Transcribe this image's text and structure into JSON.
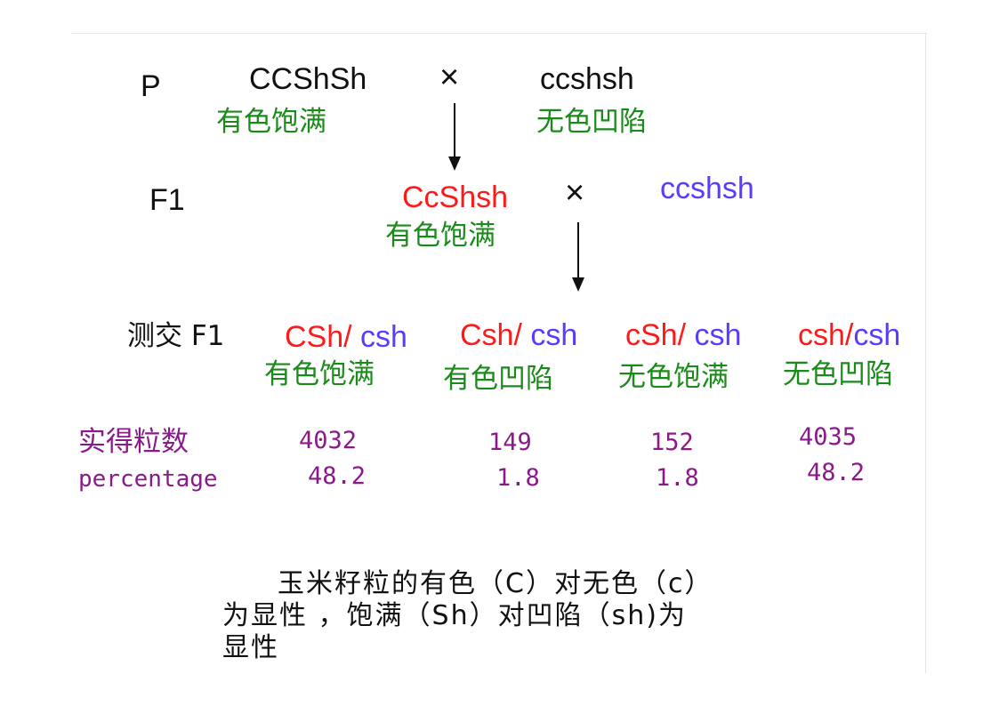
{
  "colors": {
    "black": "#111111",
    "green": "#1a8a1a",
    "red": "#ff1a1a",
    "blue": "#5a3cff",
    "purple": "#8a1a8a"
  },
  "p_row": {
    "label": "P",
    "parent1": "CCShSh",
    "cross": "×",
    "parent2": "ccshsh",
    "phenotype1": "有色饱满",
    "phenotype2": "无色凹陷"
  },
  "f1_row": {
    "label": "F1",
    "genotype": "CcShsh",
    "cross": "×",
    "tester": "ccshsh",
    "phenotype": "有色饱满"
  },
  "testcross": {
    "label": "测交 F1",
    "offspring": [
      {
        "gamete": "CSh/",
        "tester": " csh",
        "phenotype": "有色饱满"
      },
      {
        "gamete": "Csh/",
        "tester": " csh",
        "phenotype": "有色凹陷"
      },
      {
        "gamete": "cSh/",
        "tester": " csh",
        "phenotype": "无色饱满"
      },
      {
        "gamete": "csh/",
        "tester": "csh",
        "phenotype": "无色凹陷"
      }
    ]
  },
  "counts": {
    "label": "实得粒数",
    "values": [
      "4032",
      "149",
      "152",
      "4035"
    ]
  },
  "percentages": {
    "label": "percentage",
    "values": [
      "48.2",
      "1.8",
      "1.8",
      "48.2"
    ]
  },
  "note": {
    "line1": "玉米籽粒的有色（C）对无色（c）",
    "line2": "为显性 ，饱满（Sh）对凹陷（sh)为",
    "line3": "显性"
  }
}
